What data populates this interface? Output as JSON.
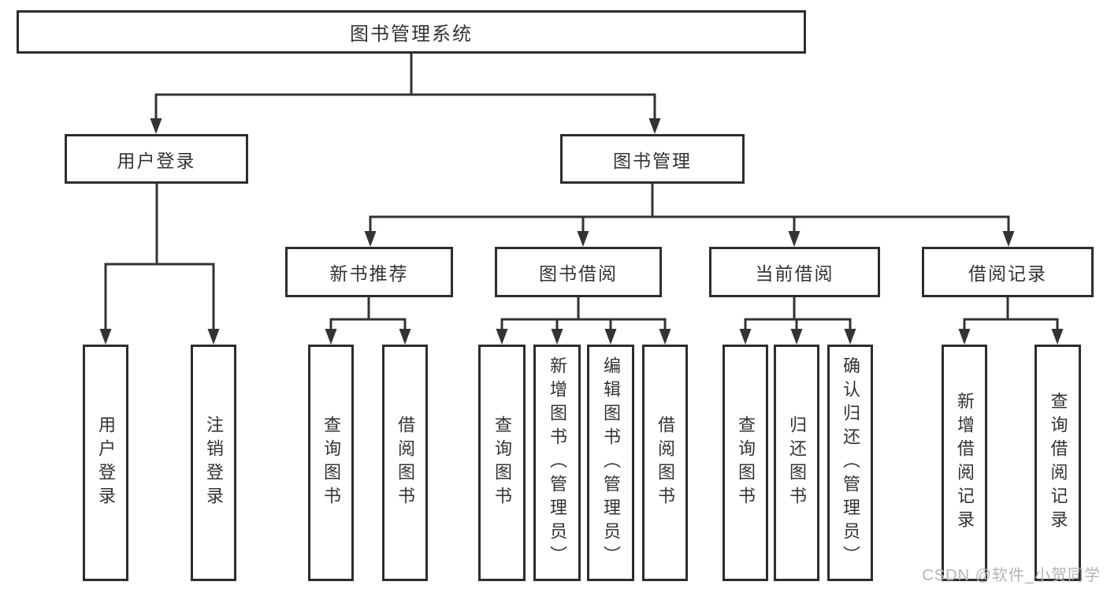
{
  "diagram": {
    "root": {
      "label": "图书管理系统"
    },
    "level2": [
      {
        "label": "用户登录"
      },
      {
        "label": "图书管理"
      }
    ],
    "user_login_children": [
      {
        "label": "用户登录"
      },
      {
        "label": "注销登录"
      }
    ],
    "book_management_children": [
      {
        "label": "新书推荐",
        "children": [
          {
            "label": "查询图书"
          },
          {
            "label": "借阅图书"
          }
        ]
      },
      {
        "label": "图书借阅",
        "children": [
          {
            "label": "查询图书"
          },
          {
            "label": "新增图书（管理员）"
          },
          {
            "label": "编辑图书（管理员）"
          },
          {
            "label": "借阅图书"
          }
        ]
      },
      {
        "label": "当前借阅",
        "children": [
          {
            "label": "查询图书"
          },
          {
            "label": "归还图书"
          },
          {
            "label": "确认归还（管理员）"
          }
        ]
      },
      {
        "label": "借阅记录",
        "children": [
          {
            "label": "新增借阅记录"
          },
          {
            "label": "查询借阅记录"
          }
        ]
      }
    ]
  },
  "watermark": "CSDN @软件_小贺同学",
  "colors": {
    "line": "#333333",
    "box_border": "#2d2d2d",
    "box_fill": "#ffffff",
    "text": "#333333",
    "watermark": "#b5b5b5",
    "background": "#ffffff"
  }
}
